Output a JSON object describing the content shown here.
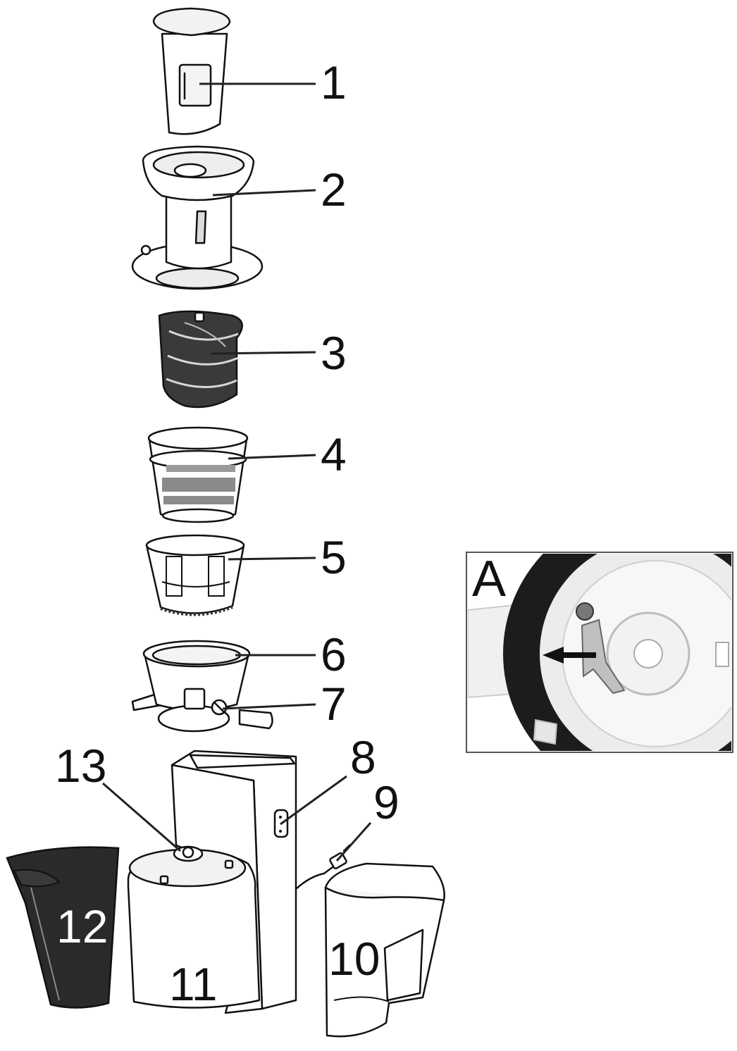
{
  "parts": [
    {
      "id": "1",
      "label": "1"
    },
    {
      "id": "2",
      "label": "2"
    },
    {
      "id": "3",
      "label": "3"
    },
    {
      "id": "4",
      "label": "4"
    },
    {
      "id": "5",
      "label": "5"
    },
    {
      "id": "6",
      "label": "6"
    },
    {
      "id": "7",
      "label": "7"
    },
    {
      "id": "8",
      "label": "8"
    },
    {
      "id": "9",
      "label": "9"
    },
    {
      "id": "10",
      "label": "10"
    },
    {
      "id": "11",
      "label": "11"
    },
    {
      "id": "12",
      "label": "12"
    },
    {
      "id": "13",
      "label": "13"
    }
  ],
  "inset": {
    "label": "A"
  }
}
